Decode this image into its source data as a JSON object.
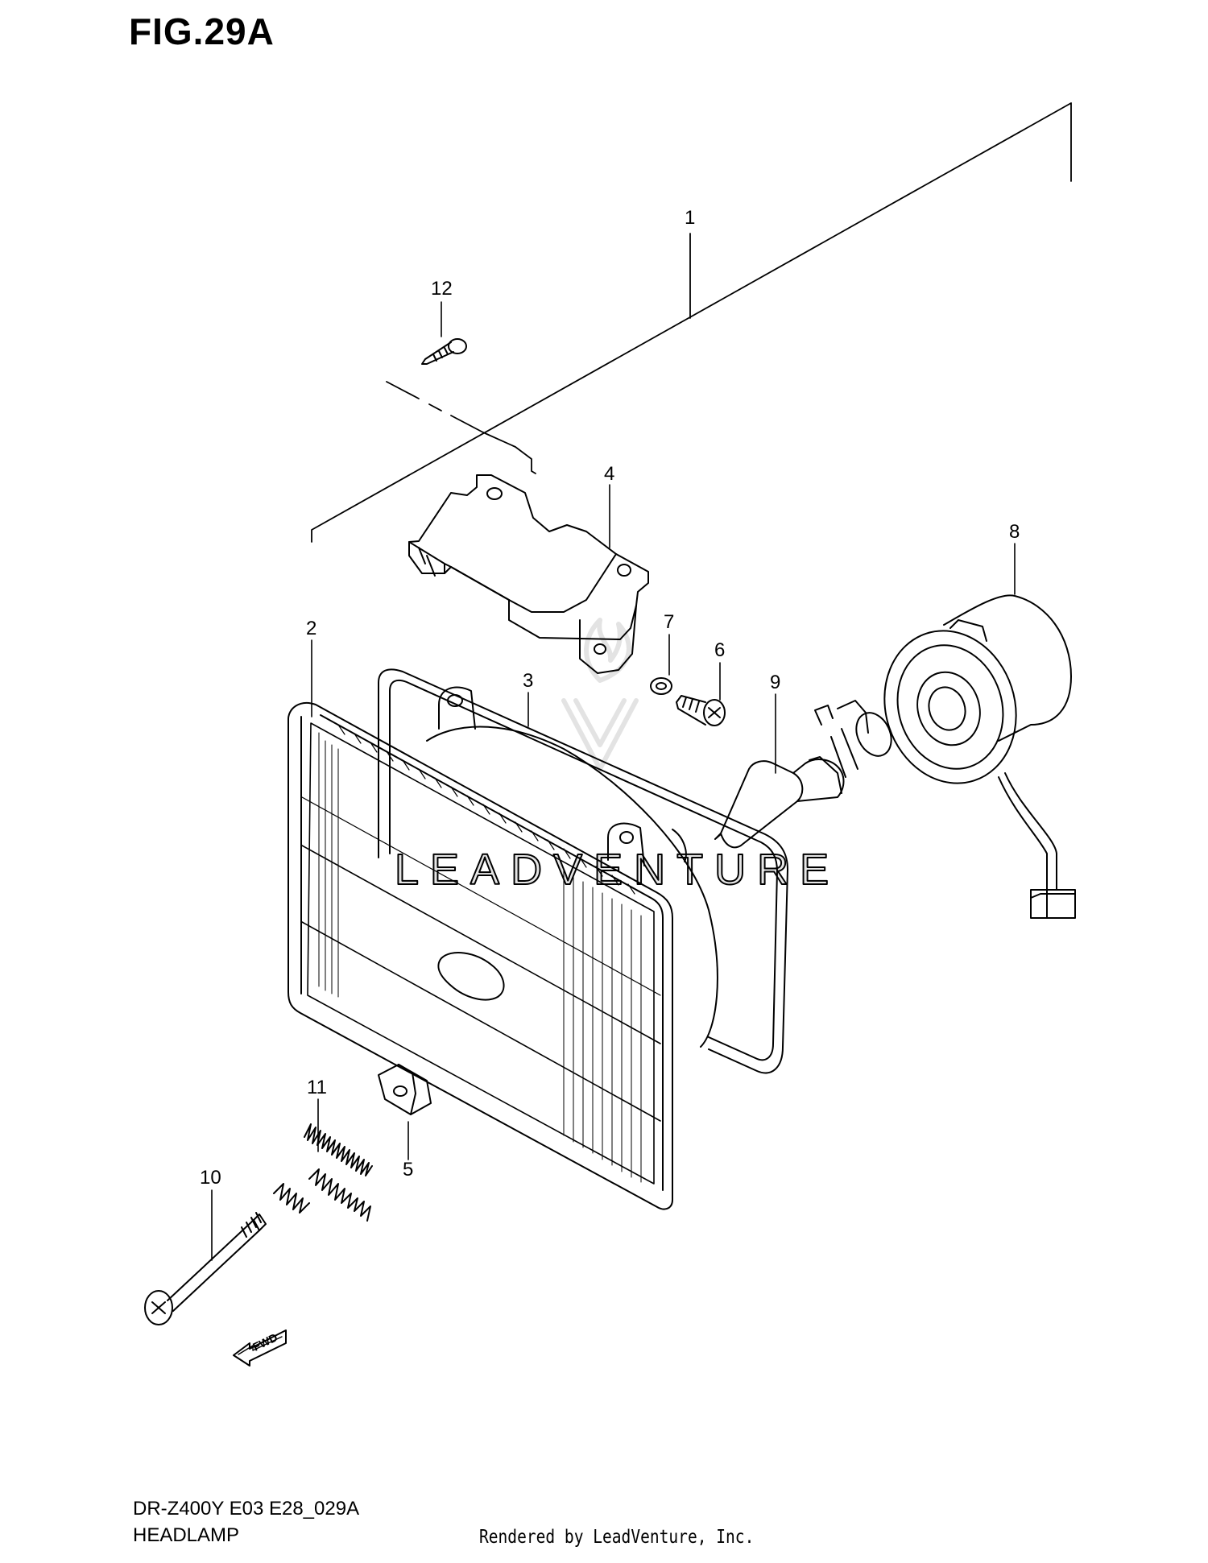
{
  "figure": {
    "title": "FIG.29A",
    "model_code": "DR-Z400Y E03 E28_029A",
    "section_name": "HEADLAMP",
    "rendered_by": "Rendered by LeadVenture, Inc.",
    "watermark": "LEADVENTURE"
  },
  "callouts": [
    {
      "id": "1",
      "text": "1"
    },
    {
      "id": "2",
      "text": "2"
    },
    {
      "id": "3",
      "text": "3"
    },
    {
      "id": "4",
      "text": "4"
    },
    {
      "id": "5",
      "text": "5"
    },
    {
      "id": "6",
      "text": "6"
    },
    {
      "id": "7",
      "text": "7"
    },
    {
      "id": "8",
      "text": "8"
    },
    {
      "id": "9",
      "text": "9"
    },
    {
      "id": "10",
      "text": "10"
    },
    {
      "id": "11",
      "text": "11"
    },
    {
      "id": "12",
      "text": "12"
    }
  ],
  "fwd_label": "FWD",
  "colors": {
    "line": "#000000",
    "background": "#ffffff",
    "watermark": "#e6e6e6"
  }
}
